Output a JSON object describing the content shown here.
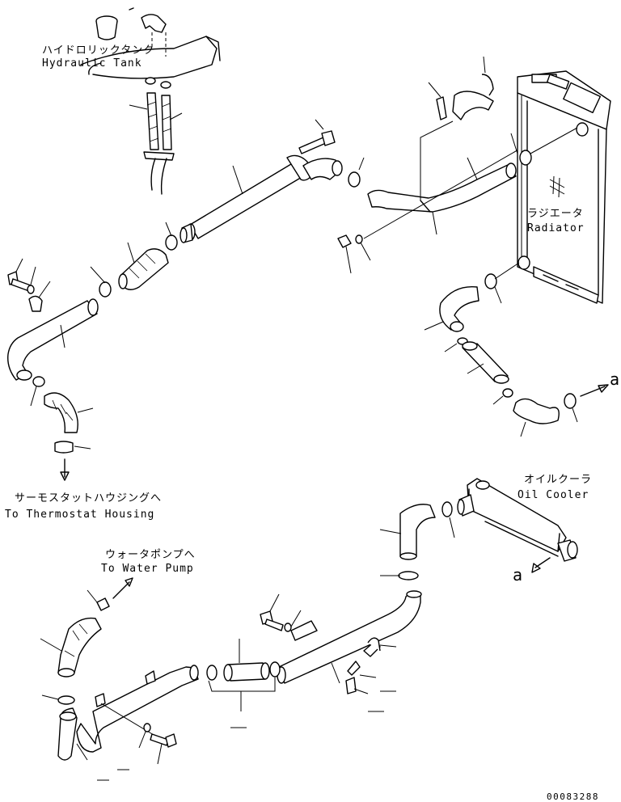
{
  "labels": {
    "hydraulic_tank_jp": "ハイドロリックタンク",
    "hydraulic_tank_en": "Hydraulic Tank",
    "radiator_jp": "ラジエータ",
    "radiator_en": "Radiator",
    "thermostat_jp": "サーモスタットハウジングへ",
    "thermostat_en": "To Thermostat Housing",
    "water_pump_jp": "ウォータポンプへ",
    "water_pump_en": "To Water Pump",
    "oil_cooler_jp": "オイルクーラ",
    "oil_cooler_en": "Oil Cooler",
    "ref_a_top": "a",
    "ref_a_bottom": "a",
    "drawing_number": "00083288"
  }
}
